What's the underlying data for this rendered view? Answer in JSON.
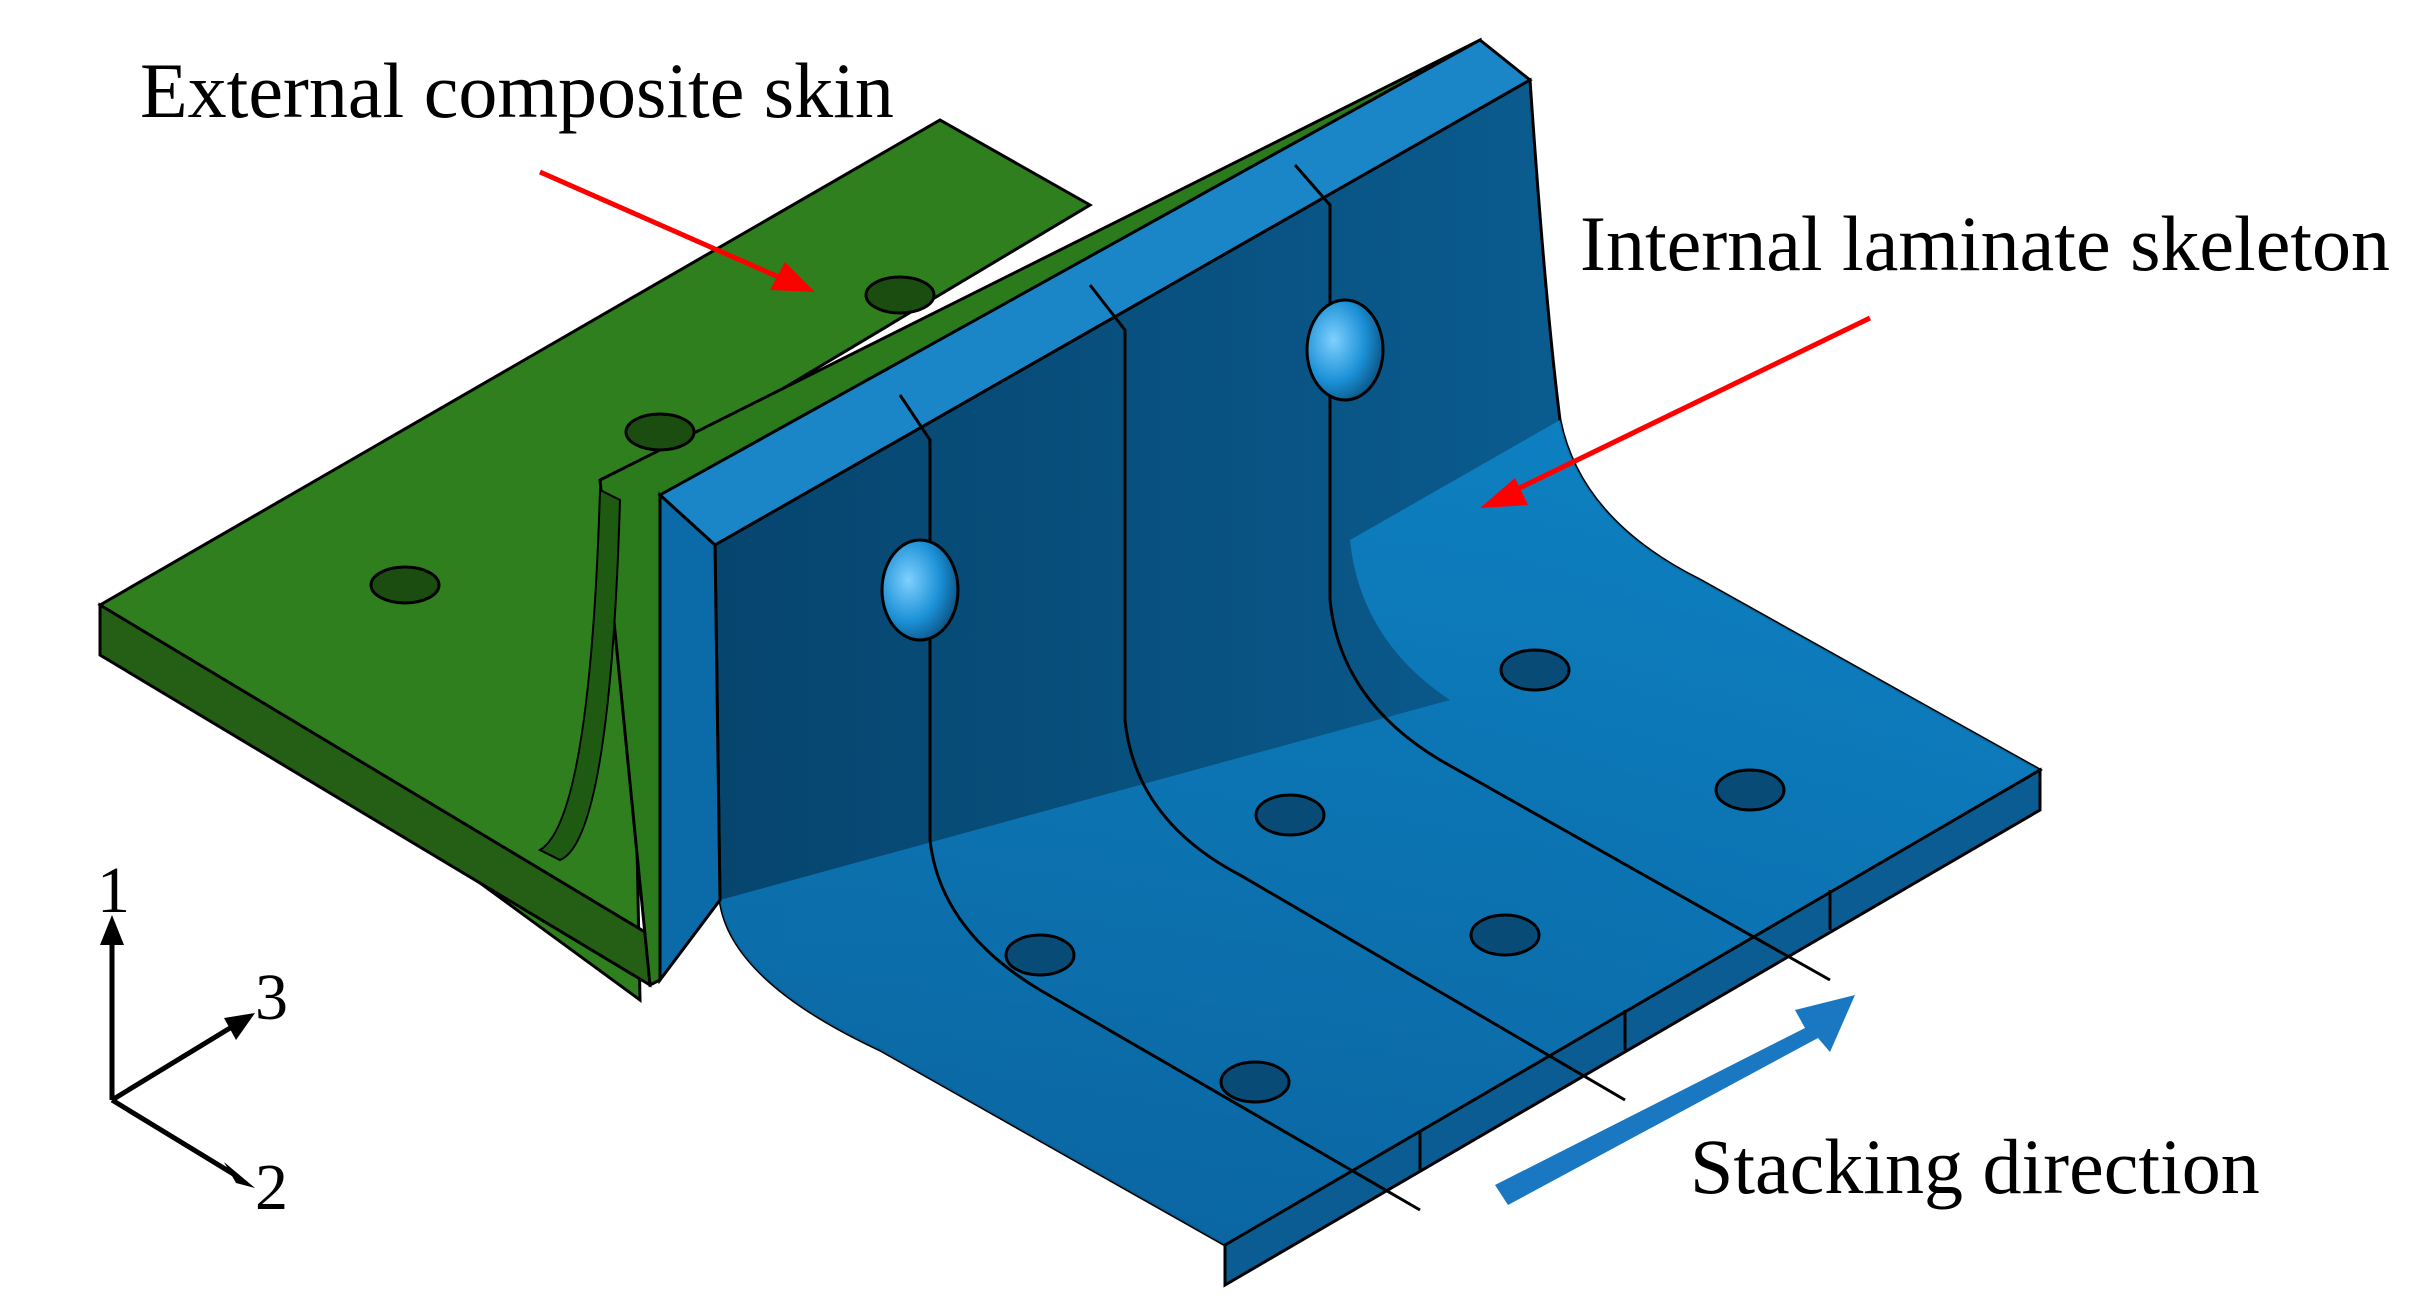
{
  "labels": {
    "external_skin": "External composite skin",
    "internal_skeleton": "Internal laminate skeleton",
    "stacking": "Stacking direction"
  },
  "axes": {
    "axis_1": "1",
    "axis_2": "2",
    "axis_3": "3"
  },
  "colors": {
    "skin_green": "#2e7d1e",
    "skin_green_dark": "#1f5a12",
    "skeleton_blue": "#0a6fae",
    "skeleton_blue_dark": "#07466f",
    "arrow_red": "#ff0000",
    "stacking_arrow_blue": "#1a78c2"
  }
}
